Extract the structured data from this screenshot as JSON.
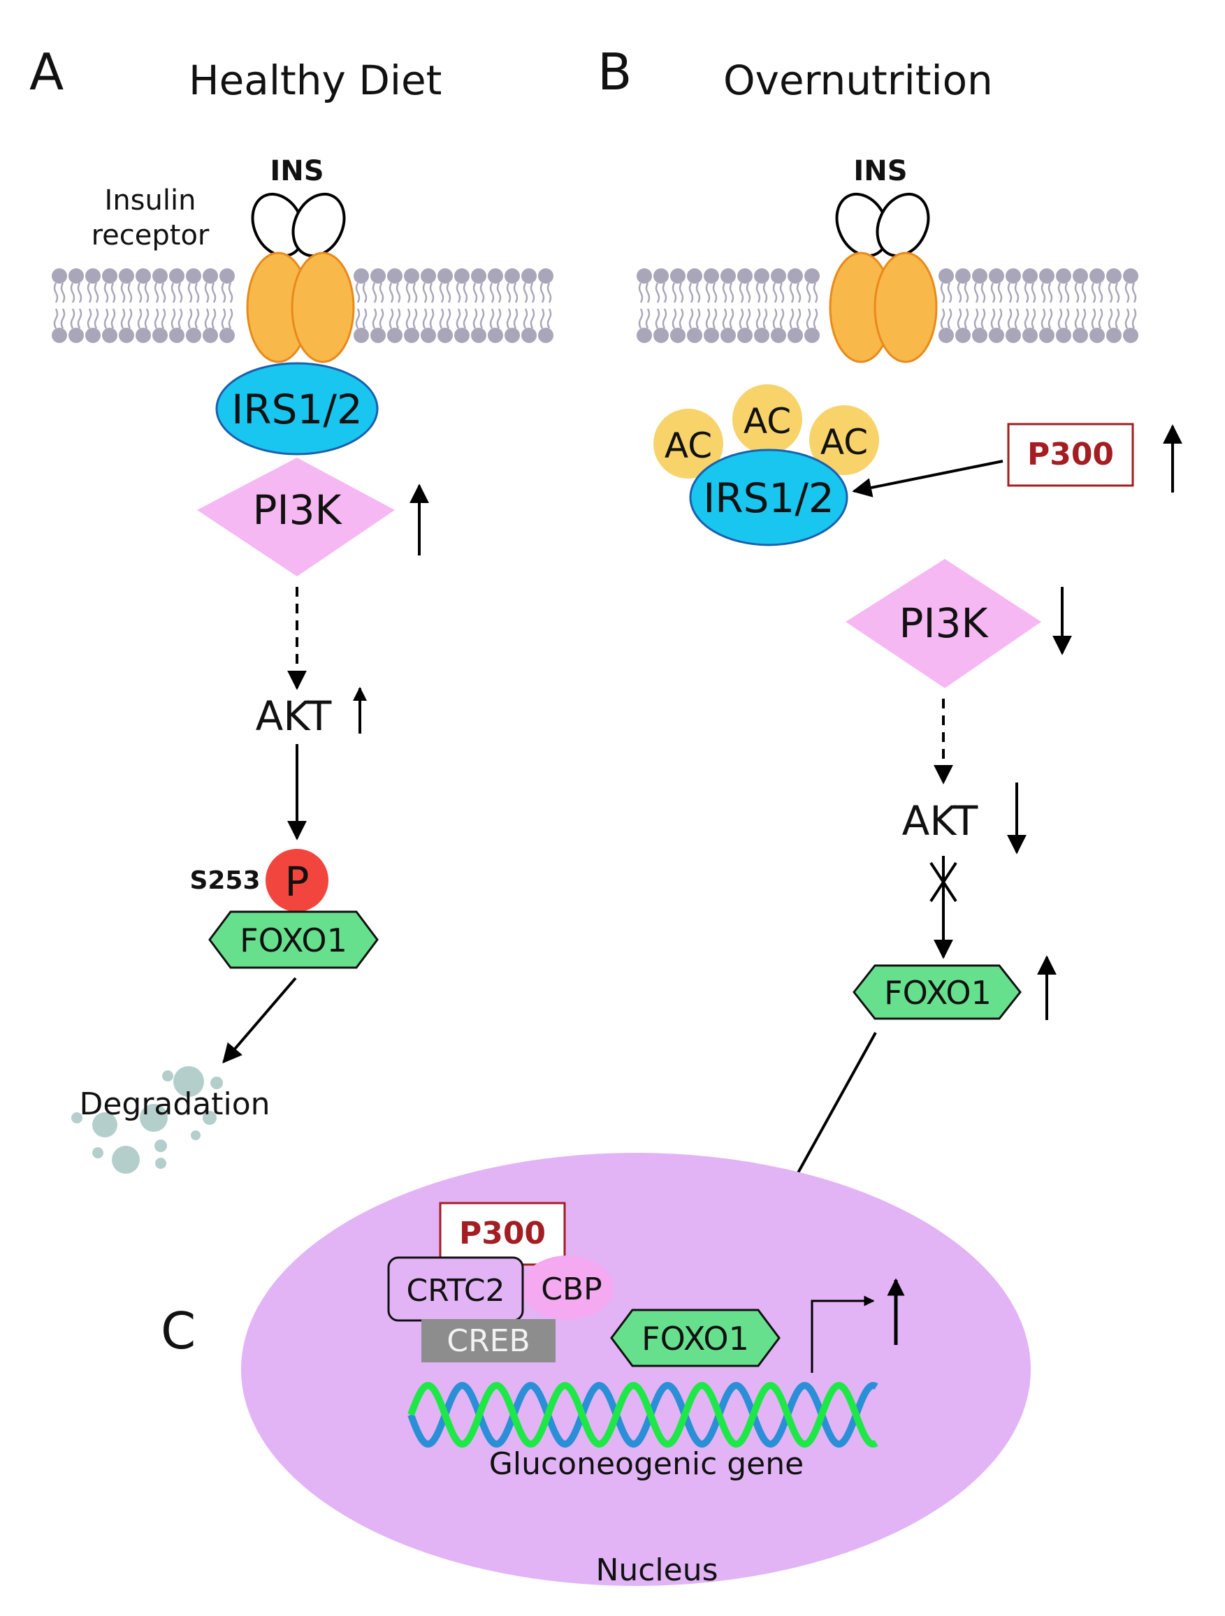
{
  "panel_a": {
    "letter": "A",
    "title": "Healthy Diet",
    "ins": "INS",
    "receptor_label_1": "Insulin",
    "receptor_label_2": "receptor",
    "irs": "IRS1/2",
    "pi3k": "PI3K",
    "akt": "AKT",
    "site": "S253",
    "phospho": "P",
    "foxo": "FOXO1",
    "degradation": "Degradation"
  },
  "panel_b": {
    "letter": "B",
    "title": "Overnutrition",
    "ins": "INS",
    "ac": [
      "AC",
      "AC",
      "AC"
    ],
    "irs": "IRS1/2",
    "p300": "P300",
    "pi3k": "PI3K",
    "akt": "AKT",
    "foxo": "FOXO1"
  },
  "panel_c": {
    "letter": "C",
    "p300": "P300",
    "crtc2": "CRTC2",
    "cbp": "CBP",
    "creb": "CREB",
    "foxo": "FOXO1",
    "gene": "Gluconeogenic gene",
    "nucleus": "Nucleus"
  },
  "colors": {
    "receptor": "#f9b84a",
    "irs": "#18c6ef",
    "pi3k": "#f6b8f2",
    "phospho": "#f2453d",
    "foxo": "#67e08e",
    "ac": "#f7d36a",
    "p300_text": "#a31d22",
    "nucleus": "#e2b4f6",
    "cbp": "#f5a9f0",
    "creb": "#8d8d8d",
    "membrane": "#a9a6b9",
    "dna_green": "#1ee847",
    "dna_blue": "#2a8fd6"
  }
}
